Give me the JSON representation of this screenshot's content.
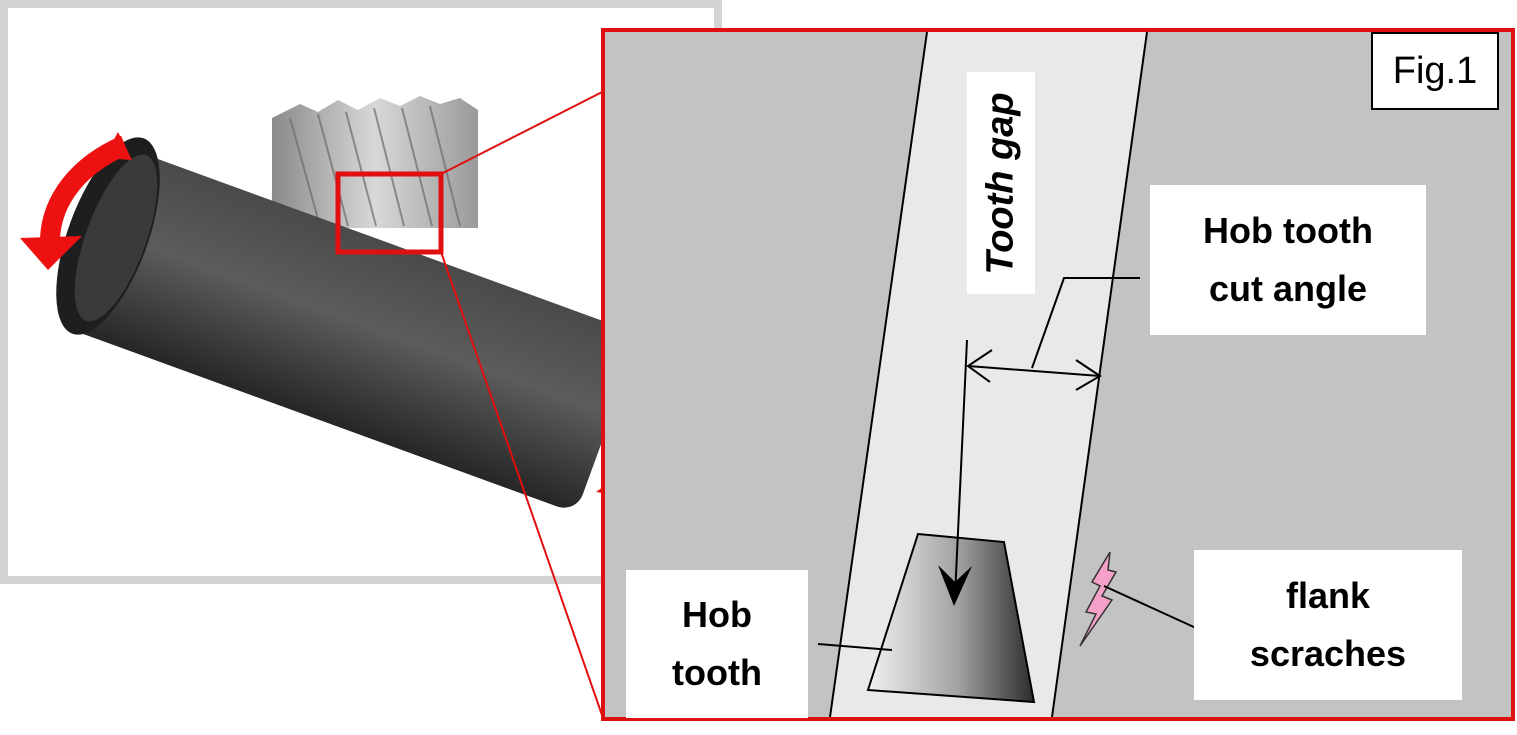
{
  "figure": {
    "label": "Fig.1"
  },
  "labels": {
    "tooth_gap": "Tooth gap",
    "hob_tooth_cut_angle_line1": "Hob tooth",
    "hob_tooth_cut_angle_line2": "cut angle",
    "hob_tooth_line1": "Hob",
    "hob_tooth_line2": "tooth",
    "flank_scratches_line1": "flank",
    "flank_scratches_line2": "scraches"
  },
  "colors": {
    "rotation_arrow": "#ee1111",
    "zoom_frame": "#e01010",
    "detail_background": "#c3c3c3",
    "tooth_gap_fill": "#e9e9e9",
    "scratch_mark": "#f4a0c8",
    "photo_frame": "#d4d4d4"
  },
  "icons": {
    "rotation_arrows": "curved-arrow-icon",
    "cut_direction": "arrow-down-icon",
    "scratch": "lightning-scratch-icon"
  }
}
